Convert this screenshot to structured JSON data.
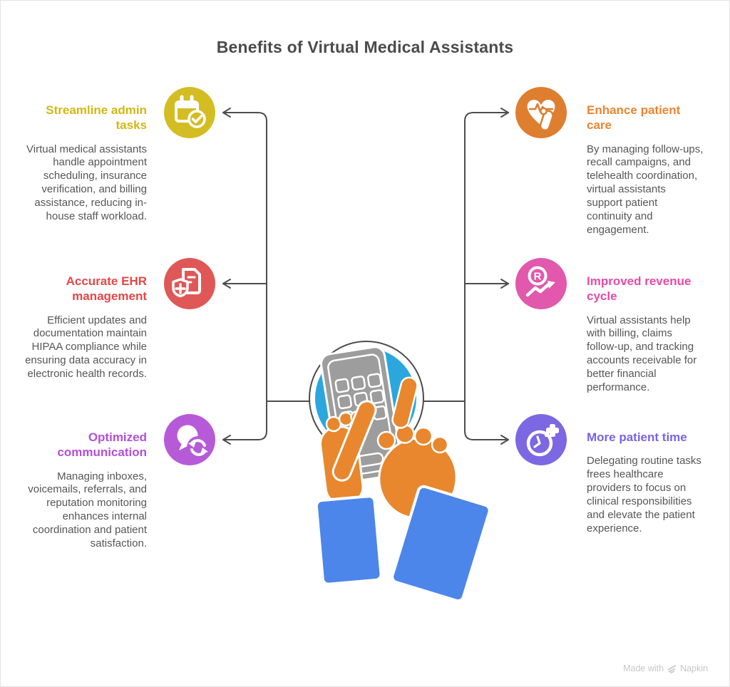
{
  "title": "Benefits of Virtual Medical Assistants",
  "items": [
    {
      "id": "streamline-admin-tasks",
      "side": "left",
      "title": "Streamline admin tasks",
      "description": "Virtual medical assistants handle appointment scheduling, insurance verification, and billing assistance, reducing in-house staff workload.",
      "heading_color": "#d4b713",
      "icon": "calendar-check-icon",
      "icon_bg": "#d3bd23"
    },
    {
      "id": "accurate-ehr-management",
      "side": "left",
      "title": "Accurate EHR management",
      "description": "Efficient updates and documentation maintain HIPAA compliance while ensuring data accuracy in electronic health records.",
      "heading_color": "#e44747",
      "icon": "document-shield-icon",
      "icon_bg": "#e05757"
    },
    {
      "id": "optimized-communication",
      "side": "left",
      "title": "Optimized communication",
      "description": "Managing inboxes, voicemails, referrals, and reputation monitoring enhances internal coordination and patient satisfaction.",
      "heading_color": "#b44fd8",
      "icon": "chat-sync-icon",
      "icon_bg": "#b75ad8"
    },
    {
      "id": "enhance-patient-care",
      "side": "right",
      "title": "Enhance patient care",
      "description": "By managing follow-ups, recall campaigns, and telehealth coordination, virtual assistants support patient continuity and engagement.",
      "heading_color": "#ed8430",
      "icon": "heart-pulse-hand-icon",
      "icon_bg": "#de7e2f"
    },
    {
      "id": "improved-revenue-cycle",
      "side": "right",
      "title": "Improved revenue cycle",
      "description": "Virtual assistants help with billing, claims follow-up, and tracking accounts receivable for better financial performance.",
      "heading_color": "#e94aa6",
      "icon": "revenue-chart-icon",
      "icon_bg": "#e158ac"
    },
    {
      "id": "more-patient-time",
      "side": "right",
      "title": "More patient time",
      "description": "Delegating routine tasks frees healthcare providers to focus on clinical responsibilities and elevate the patient experience.",
      "heading_color": "#7a63e6",
      "icon": "stopwatch-plus-icon",
      "icon_bg": "#7b68e2"
    }
  ],
  "center_illustration": "hands-using-handheld-device",
  "colors": {
    "title": "#4b4b4b",
    "body_text": "#565656",
    "connector": "#4c4c4c",
    "device_circle_blue": "#2ba7de",
    "device_gray": "#9d9d9d",
    "hand_orange": "#e8872d",
    "sleeve_blue": "#4d86ea"
  },
  "watermark": {
    "prefix": "Made with",
    "brand": "Napkin"
  }
}
